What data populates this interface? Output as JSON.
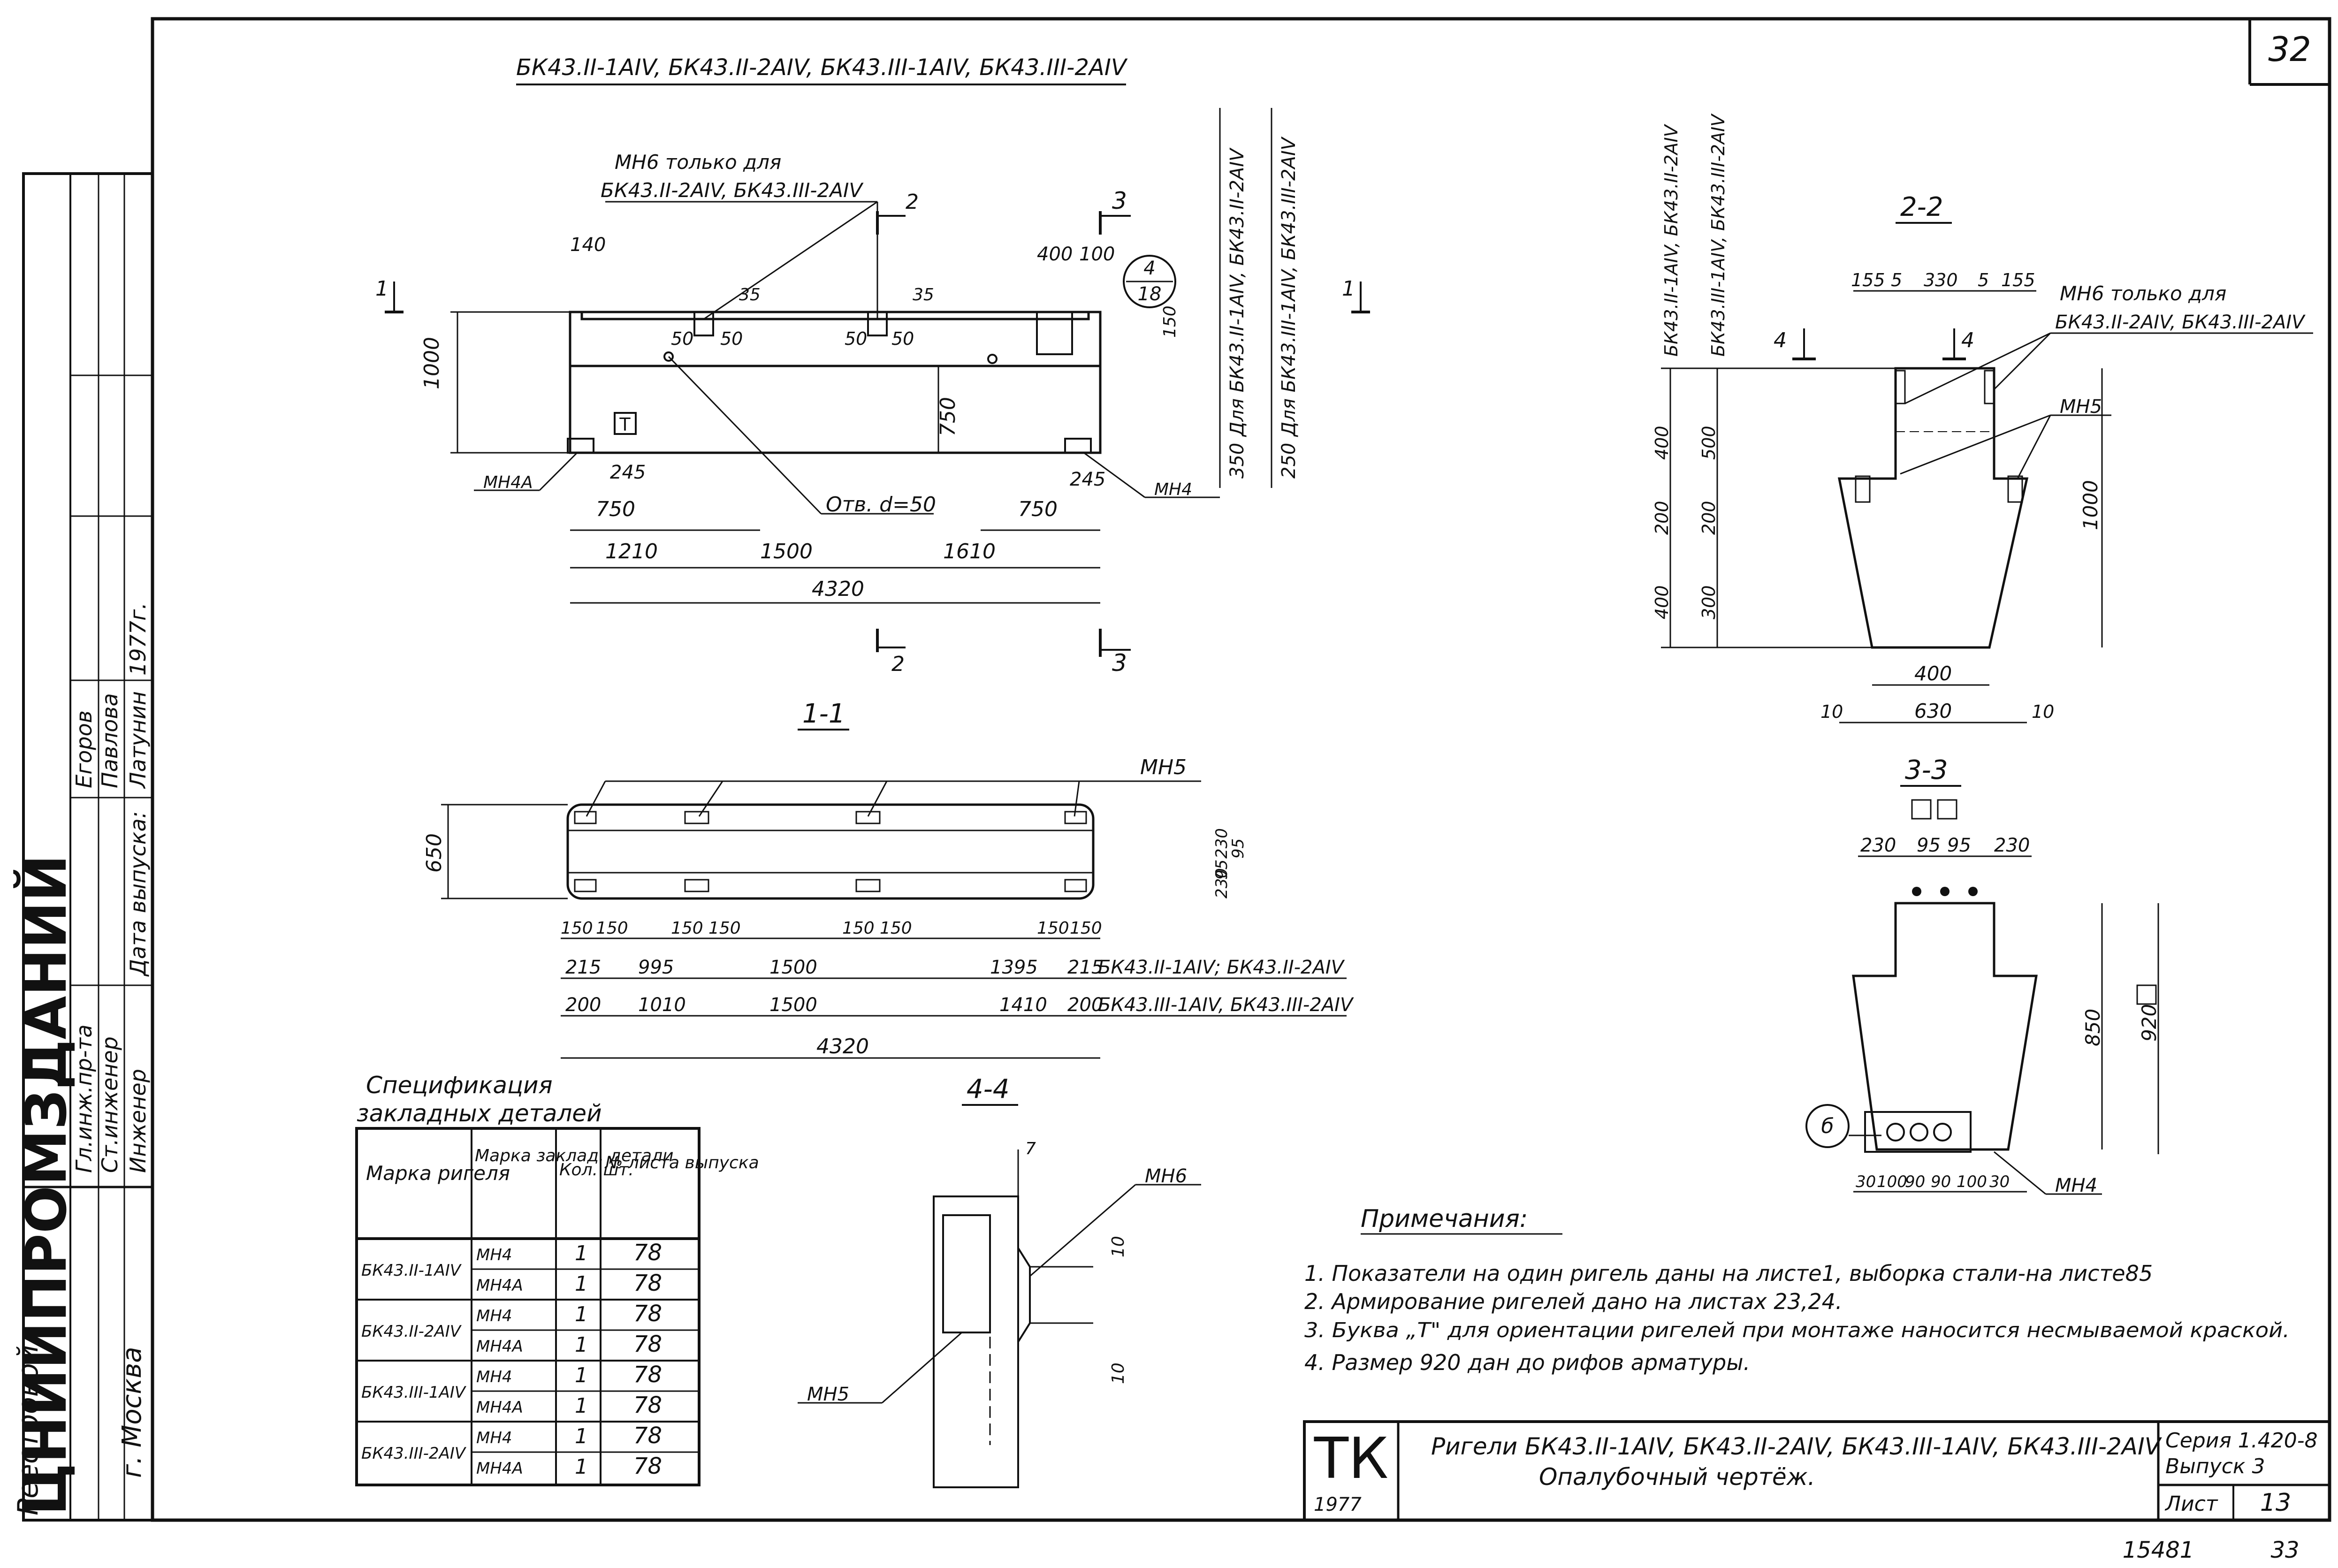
{
  "sheet": {
    "number": "32",
    "footer_left": "15481",
    "footer_right": "33"
  },
  "header_title": "БК43.II-1АIV, БК43.II-2АIV, БК43.III-1АIV, БК43.III-2АIV",
  "elevation": {
    "note_line1": "МН6 только для",
    "note_line2": "БК43.II-2АIV, БК43.III-2АIV",
    "circle_top": "4",
    "circle_bottom": "18",
    "hole_label": "Отв. d=50",
    "dim_labels": [
      "140",
      "400",
      "100",
      "35",
      "35",
      "150",
      "50",
      "50",
      "50",
      "50",
      "1000",
      "750",
      "245",
      "245",
      "750",
      "750",
      "1210",
      "1500",
      "1610",
      "4320",
      "350",
      "250"
    ],
    "labels_mn4a": "МН4А",
    "labels_mn4": "МН4",
    "mark_t": "Т",
    "section_marks": [
      "1",
      "1",
      "2",
      "2",
      "3",
      "3"
    ],
    "side_label1": "Для БК43.II-1АIV, БК43.II-2АIV",
    "side_label2": "Для БК43.III-1АIV, БК43.III-2АIV"
  },
  "plan": {
    "title": "1-1",
    "mn5": "МН5",
    "dim_650": "650",
    "small_dims": [
      "150",
      "150",
      "150",
      "150",
      "150",
      "150",
      "150",
      "150"
    ],
    "right_dims": [
      "230",
      "95",
      "95",
      "230"
    ],
    "row1": [
      "215",
      "995",
      "1500",
      "1395",
      "215"
    ],
    "row1_label": "БК43.II-1АIV; БК43.II-2АIV",
    "row2": [
      "200",
      "1010",
      "1500",
      "1410",
      "200"
    ],
    "row2_label": "БК43.III-1АIV, БК43.III-2АIV",
    "total": "4320"
  },
  "section22": {
    "title": "2-2",
    "top_dims": [
      "155",
      "5",
      "330",
      "5",
      "155"
    ],
    "note_line1": "МН6 только для",
    "note_line2": "БК43.II-2АIV, БК43.III-2АIV",
    "mn5": "МН5",
    "left_dims1": [
      "400",
      "200",
      "400"
    ],
    "left_dims2": [
      "500",
      "200",
      "300"
    ],
    "right_dim": "1000",
    "bottom_400": "400",
    "bottom_630": "630",
    "edge_10a": "10",
    "edge_10b": "10",
    "marks": [
      "4",
      "4"
    ],
    "side_label1": "БК43.II-1АIV, БК43.II-2АIV",
    "side_label2": "БК43.III-1АIV, БК43.III-2АIV"
  },
  "section33": {
    "title": "3-3",
    "top_dims": [
      "230",
      "95",
      "95",
      "230"
    ],
    "dim_850": "850",
    "dim_920": "920",
    "circle": "б",
    "bottom_dims": [
      "30",
      "100",
      "90",
      "90",
      "100",
      "30"
    ],
    "mn4": "МН4"
  },
  "section44": {
    "title": "4-4",
    "dim_7": "7",
    "mn6": "МН6",
    "dim_10a": "10",
    "dim_10b": "10",
    "mn5": "МН5"
  },
  "spec": {
    "title_line1": "Спецификация",
    "title_line2": "закладных деталей",
    "headers": [
      "Марка ригеля",
      "Марка заклад. детали",
      "Кол. шт.",
      "№ листа выпуска"
    ],
    "rows": [
      {
        "beam": "БК43.II-1АIV",
        "items": [
          [
            "МН4",
            "1",
            "78"
          ],
          [
            "МН4А",
            "1",
            "78"
          ]
        ]
      },
      {
        "beam": "БК43.II-2АIV",
        "items": [
          [
            "МН4",
            "1",
            "78"
          ],
          [
            "МН4А",
            "1",
            "78"
          ]
        ]
      },
      {
        "beam": "БК43.III-1АIV",
        "items": [
          [
            "МН4",
            "1",
            "78"
          ],
          [
            "МН4А",
            "1",
            "78"
          ]
        ]
      },
      {
        "beam": "БК43.III-2АIV",
        "items": [
          [
            "МН4",
            "1",
            "78"
          ],
          [
            "МН4А",
            "1",
            "78"
          ]
        ]
      }
    ]
  },
  "notes": {
    "title": "Примечания:",
    "items": [
      "1. Показатели на один ригель даны на листе1, выборка стали-на листе85",
      "2. Армирование ригелей дано на листах 23,24.",
      "3. Буква „Т\" для ориентации ригелей при монтаже наносится несмываемой краской.",
      "4. Размер 920 дан до рифов арматуры."
    ]
  },
  "stamp": {
    "logo": "ТК",
    "year": "1977",
    "title_line1": "Ригели БК43.II-1АIV, БК43.II-2АIV, БК43.III-1АIV, БК43.III-2АIV",
    "title_line2": "Опалубочный чертёж.",
    "series": "Серия 1.420-8",
    "issue": "Выпуск 3",
    "sheet_label": "Лист",
    "sheet_no": "13"
  },
  "side_stamp": {
    "org": "ЦНИИПРОМЗДАНИЙ",
    "city": "г. Москва",
    "registry": "Реестровой",
    "roles": [
      "Гл.инж.пр-та",
      "Ст.инженер",
      "Инженер",
      "Дата выпуска:"
    ],
    "names": [
      "Егоров",
      "Павлова",
      "Латунин",
      "1977г."
    ]
  }
}
